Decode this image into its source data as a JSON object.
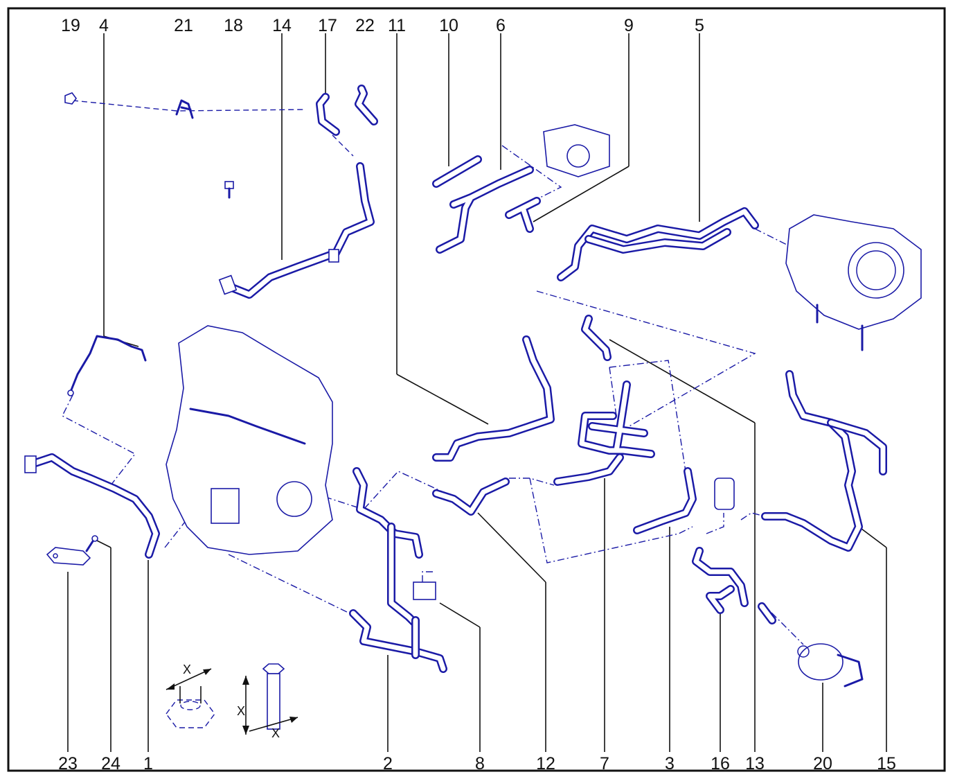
{
  "callouts": {
    "top": [
      "19",
      "4",
      "21",
      "18",
      "14",
      "17",
      "22",
      "11",
      "10",
      "6",
      "9",
      "5"
    ],
    "bottom": [
      "23",
      "24",
      "1",
      "2",
      "8",
      "12",
      "7",
      "3",
      "16",
      "13",
      "20",
      "15"
    ]
  },
  "torque_symbol": {
    "nut_dim": "X",
    "bolt_dim_length": "X",
    "bolt_dim_diameter": "X"
  },
  "colors": {
    "line_art": "#1a1aa6",
    "leaders": "#111111",
    "frame": "#111111"
  }
}
